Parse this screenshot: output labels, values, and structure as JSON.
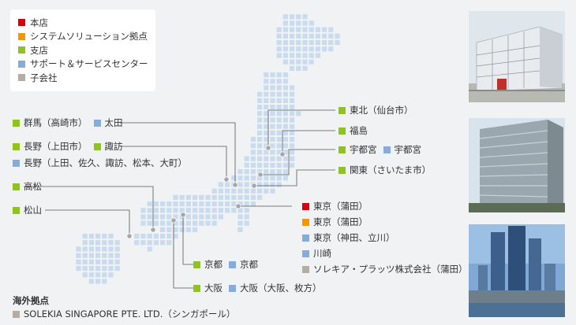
{
  "colors": {
    "head_office": "#d7000f",
    "system_solution": "#f39800",
    "branch": "#8fc31f",
    "support_center": "#88acd9",
    "subsidiary": "#b5aca4"
  },
  "legend": [
    {
      "label": "本店",
      "type": "head_office"
    },
    {
      "label": "システムソリューション拠点",
      "type": "system_solution"
    },
    {
      "label": "支店",
      "type": "branch"
    },
    {
      "label": "サポート＆サービスセンター",
      "type": "support_center"
    },
    {
      "label": "子会社",
      "type": "subsidiary"
    }
  ],
  "locations": {
    "gunma": {
      "items": [
        {
          "label": "群馬（高崎市）",
          "type": "branch"
        },
        {
          "label": "太田",
          "type": "support_center"
        }
      ]
    },
    "nagano": {
      "items": [
        {
          "label": "長野（上田市）",
          "type": "branch"
        },
        {
          "label": "諏訪",
          "type": "branch"
        }
      ]
    },
    "nagano2": {
      "items": [
        {
          "label": "長野（上田、佐久、諏訪、松本、大町）",
          "type": "support_center"
        }
      ]
    },
    "takamatsu": {
      "items": [
        {
          "label": "高松",
          "type": "branch"
        }
      ]
    },
    "matsuyama": {
      "items": [
        {
          "label": "松山",
          "type": "branch"
        }
      ]
    },
    "tohoku": {
      "items": [
        {
          "label": "東北（仙台市）",
          "type": "branch"
        }
      ]
    },
    "fukushima": {
      "items": [
        {
          "label": "福島",
          "type": "branch"
        }
      ]
    },
    "utsunomiya": {
      "items": [
        {
          "label": "宇都宮",
          "type": "branch"
        },
        {
          "label": "宇都宮",
          "type": "support_center"
        }
      ]
    },
    "kanto": {
      "items": [
        {
          "label": "関東（さいたま市）",
          "type": "branch"
        }
      ]
    },
    "tokyo1": {
      "items": [
        {
          "label": "東京（蒲田）",
          "type": "head_office"
        }
      ]
    },
    "tokyo2": {
      "items": [
        {
          "label": "東京（蒲田）",
          "type": "system_solution"
        }
      ]
    },
    "tokyo3": {
      "items": [
        {
          "label": "東京（神田、立川）",
          "type": "support_center"
        }
      ]
    },
    "kawasaki": {
      "items": [
        {
          "label": "川崎",
          "type": "support_center"
        }
      ]
    },
    "solekia": {
      "items": [
        {
          "label": "ソレキア・プラッツ株式会社（蒲田）",
          "type": "subsidiary"
        }
      ]
    },
    "kyoto": {
      "items": [
        {
          "label": "京都",
          "type": "branch"
        },
        {
          "label": "京都",
          "type": "support_center"
        }
      ]
    },
    "osaka": {
      "items": [
        {
          "label": "大阪",
          "type": "branch"
        },
        {
          "label": "大阪（大阪、枚方）",
          "type": "support_center"
        }
      ]
    }
  },
  "overseas": {
    "title": "海外拠点",
    "item": {
      "label": "SOLEKIA SINGAPORE PTE. LTD.（シンガポール）",
      "type": "subsidiary"
    }
  }
}
